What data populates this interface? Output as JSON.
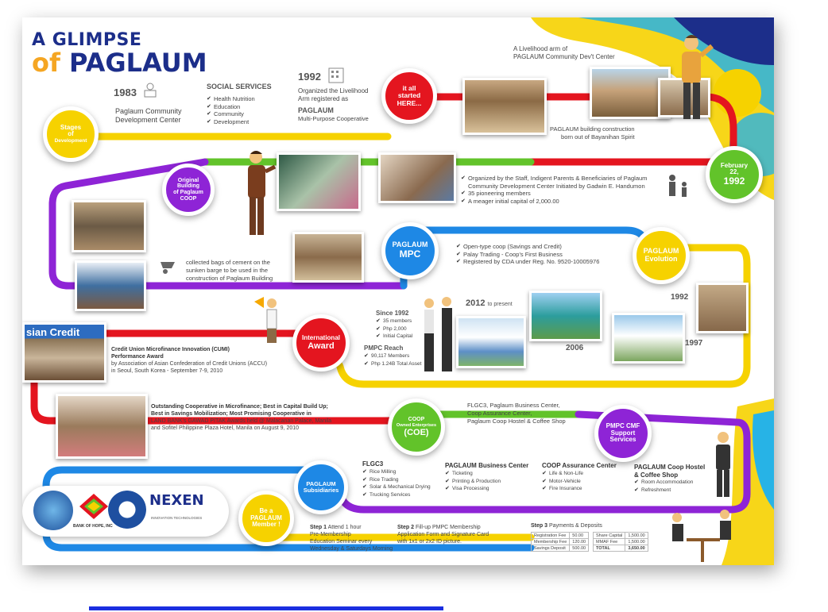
{
  "header": {
    "title_line1_a": "A",
    "title_line1_b": "GLIMPSE",
    "title_line2_a": "of",
    "title_line2_b": "PAGLAUM"
  },
  "colors": {
    "navy": "#1c2e8a",
    "red": "#e4151f",
    "yellow": "#f6d200",
    "green": "#62c32a",
    "purple": "#8e24d6",
    "blue": "#1e88e5",
    "orange": "#f5a623"
  },
  "stages": {
    "label_1": "Stages",
    "label_2": "of",
    "label_3": "Development"
  },
  "milestone_1983": {
    "year": "1983",
    "line1": "Paglaum Community",
    "line2": "Development Center"
  },
  "social_services": {
    "title": "SOCIAL SERVICES",
    "items": [
      "Health Nutrition",
      "Education",
      "Community",
      "Development"
    ]
  },
  "milestone_1992": {
    "year": "1992",
    "line1": "Organized the Livelihood",
    "line2": "Arm registered as",
    "name": "PAGLAUM",
    "sub": "Multi-Purpose Cooperative"
  },
  "start": {
    "l1": "it all",
    "l2": "started",
    "l3": "HERE..."
  },
  "livelihood": {
    "l1": "A Livelihood arm of",
    "l2": "PAGLAUM Community Dev't Center"
  },
  "construction": {
    "l1": "PAGLAUM building construction",
    "l2": "born out of Bayanihan Spirit"
  },
  "feb1992": {
    "l1": "February",
    "l2": "22,",
    "l3": "1992"
  },
  "organized": {
    "items": [
      "Organized by the Staff, Indigent Parents & Beneficiaries of Paglaum Community Development Center Initiated by Gadwin E. Handumon",
      "35 pioneering members",
      "A meager initial capital of 2,000.00"
    ],
    "bold_35": "35"
  },
  "original": {
    "l1": "Original",
    "l2": "Building",
    "l3": "of Paglaum",
    "l4": "COOP"
  },
  "cement": {
    "l1": "collected bags of cement on the",
    "l2": "sunken barge to be used in the",
    "l3": "construction of Paglaum Building"
  },
  "mpc": {
    "l1": "PAGLAUM",
    "l2": "MPC"
  },
  "mpc_list": {
    "items": [
      "Open-type coop (Savings and Credit)",
      "Palay Trading - Coop's First Business",
      "Registered by CDA under Reg. No. 9520-10005976"
    ]
  },
  "evolution": {
    "l1": "PAGLAUM",
    "l2": "Evolution"
  },
  "since1992": {
    "title": "Since 1992",
    "items": [
      "35 members",
      "Php 2,000",
      "Initial Capital"
    ]
  },
  "pmpc_reach": {
    "title": "PMPC  Reach",
    "items": [
      "90,117 Members",
      "Php 1.24B Total Asset"
    ]
  },
  "years": {
    "y2012": "2012",
    "to_present": "to present",
    "y2006": "2006",
    "y1997": "1997",
    "y1992": "1992"
  },
  "award": {
    "l1": "International",
    "l2": "Award"
  },
  "cumi": {
    "l1": "Credit Union Microfinance Innovation (CUMI)",
    "l2": "Performance Award",
    "l3": "by Association of Asian Confederation of Credit Unions (ACCU)",
    "l4": "in Seoul, South Korea - September 7-9, 2010"
  },
  "photo_sign": {
    "text": "sian Credit"
  },
  "outstanding": {
    "l1": "Outstanding Cooperative in Microfinance; Best in Capital Build Up;",
    "l2": "Best in Savings Mobilization; Most Promising Cooperative in",
    "l3": "LAND BANK's GAWAD PITAK Awards held @ Malacanan Palace, Manila",
    "l4": "and Sofitel Philippine Plaza Hotel, Manila on August 9, 2010"
  },
  "coe": {
    "l1": "COOP",
    "l2": "Owned Enterprises",
    "l3": "(COE)"
  },
  "coe_list": {
    "l1": "FLGC3, Paglaum Business Center,",
    "l2": "Coop Assurance Center,",
    "l3": "Paglaum Coop Hostel & Coffee Shop"
  },
  "cmf": {
    "l1": "PMPC CMF",
    "l2": "Support",
    "l3": "Services"
  },
  "subsidiaries": {
    "l1": "PAGLAUM",
    "l2": "Subsidiaries"
  },
  "flgc3": {
    "title": "FLGC3",
    "items": [
      "Rice Milling",
      "Rice Trading",
      "Solar & Mechanical Drying",
      "Trucking Services"
    ]
  },
  "business": {
    "title": "PAGLAUM Business Center",
    "items": [
      "Ticketing",
      "Printing & Production",
      "Visa Processing"
    ]
  },
  "assurance": {
    "title": "COOP Assurance Center",
    "items": [
      "Life & Non-Life",
      "Motor-Vehicle",
      "Fire Insurance"
    ]
  },
  "hostel": {
    "title": "PAGLAUM Coop Hostel",
    "title2": "& Coffee Shop",
    "items": [
      "Room Accommodation",
      "Refreshment"
    ]
  },
  "member": {
    "l1": "Be a",
    "l2": "PAGLAUM",
    "l3": "Member !"
  },
  "step1": {
    "label": "Step 1",
    "l1": "Attend 1 hour",
    "l2": "Pre-Membership",
    "l3": "Education Seminar every",
    "l4": "Wednesday & Saturdays Morning"
  },
  "step2": {
    "label": "Step 2",
    "l1": "Fill-up PMPC Membership",
    "l2": "Application Form and Signature Card",
    "l3": "with 1x1 or 2x2 ID picture."
  },
  "step3": {
    "label": "Step 3",
    "title": "Payments & Deposits",
    "fees": [
      [
        "Registration Fee",
        "50.00"
      ],
      [
        "Membership Fee",
        "120.00"
      ],
      [
        "Savings Deposit",
        "500.00"
      ]
    ],
    "capital": [
      [
        "Share Capital",
        "1,500.00"
      ],
      [
        "MMAF Fee",
        "1,500.00"
      ],
      [
        "TOTAL",
        "3,650.00"
      ]
    ]
  },
  "logos": {
    "bank": "BANK OF HOPE, INC",
    "nexen": "NEXEN",
    "nexen_sub": "INNOVATION  TECHNOLOGIES"
  }
}
